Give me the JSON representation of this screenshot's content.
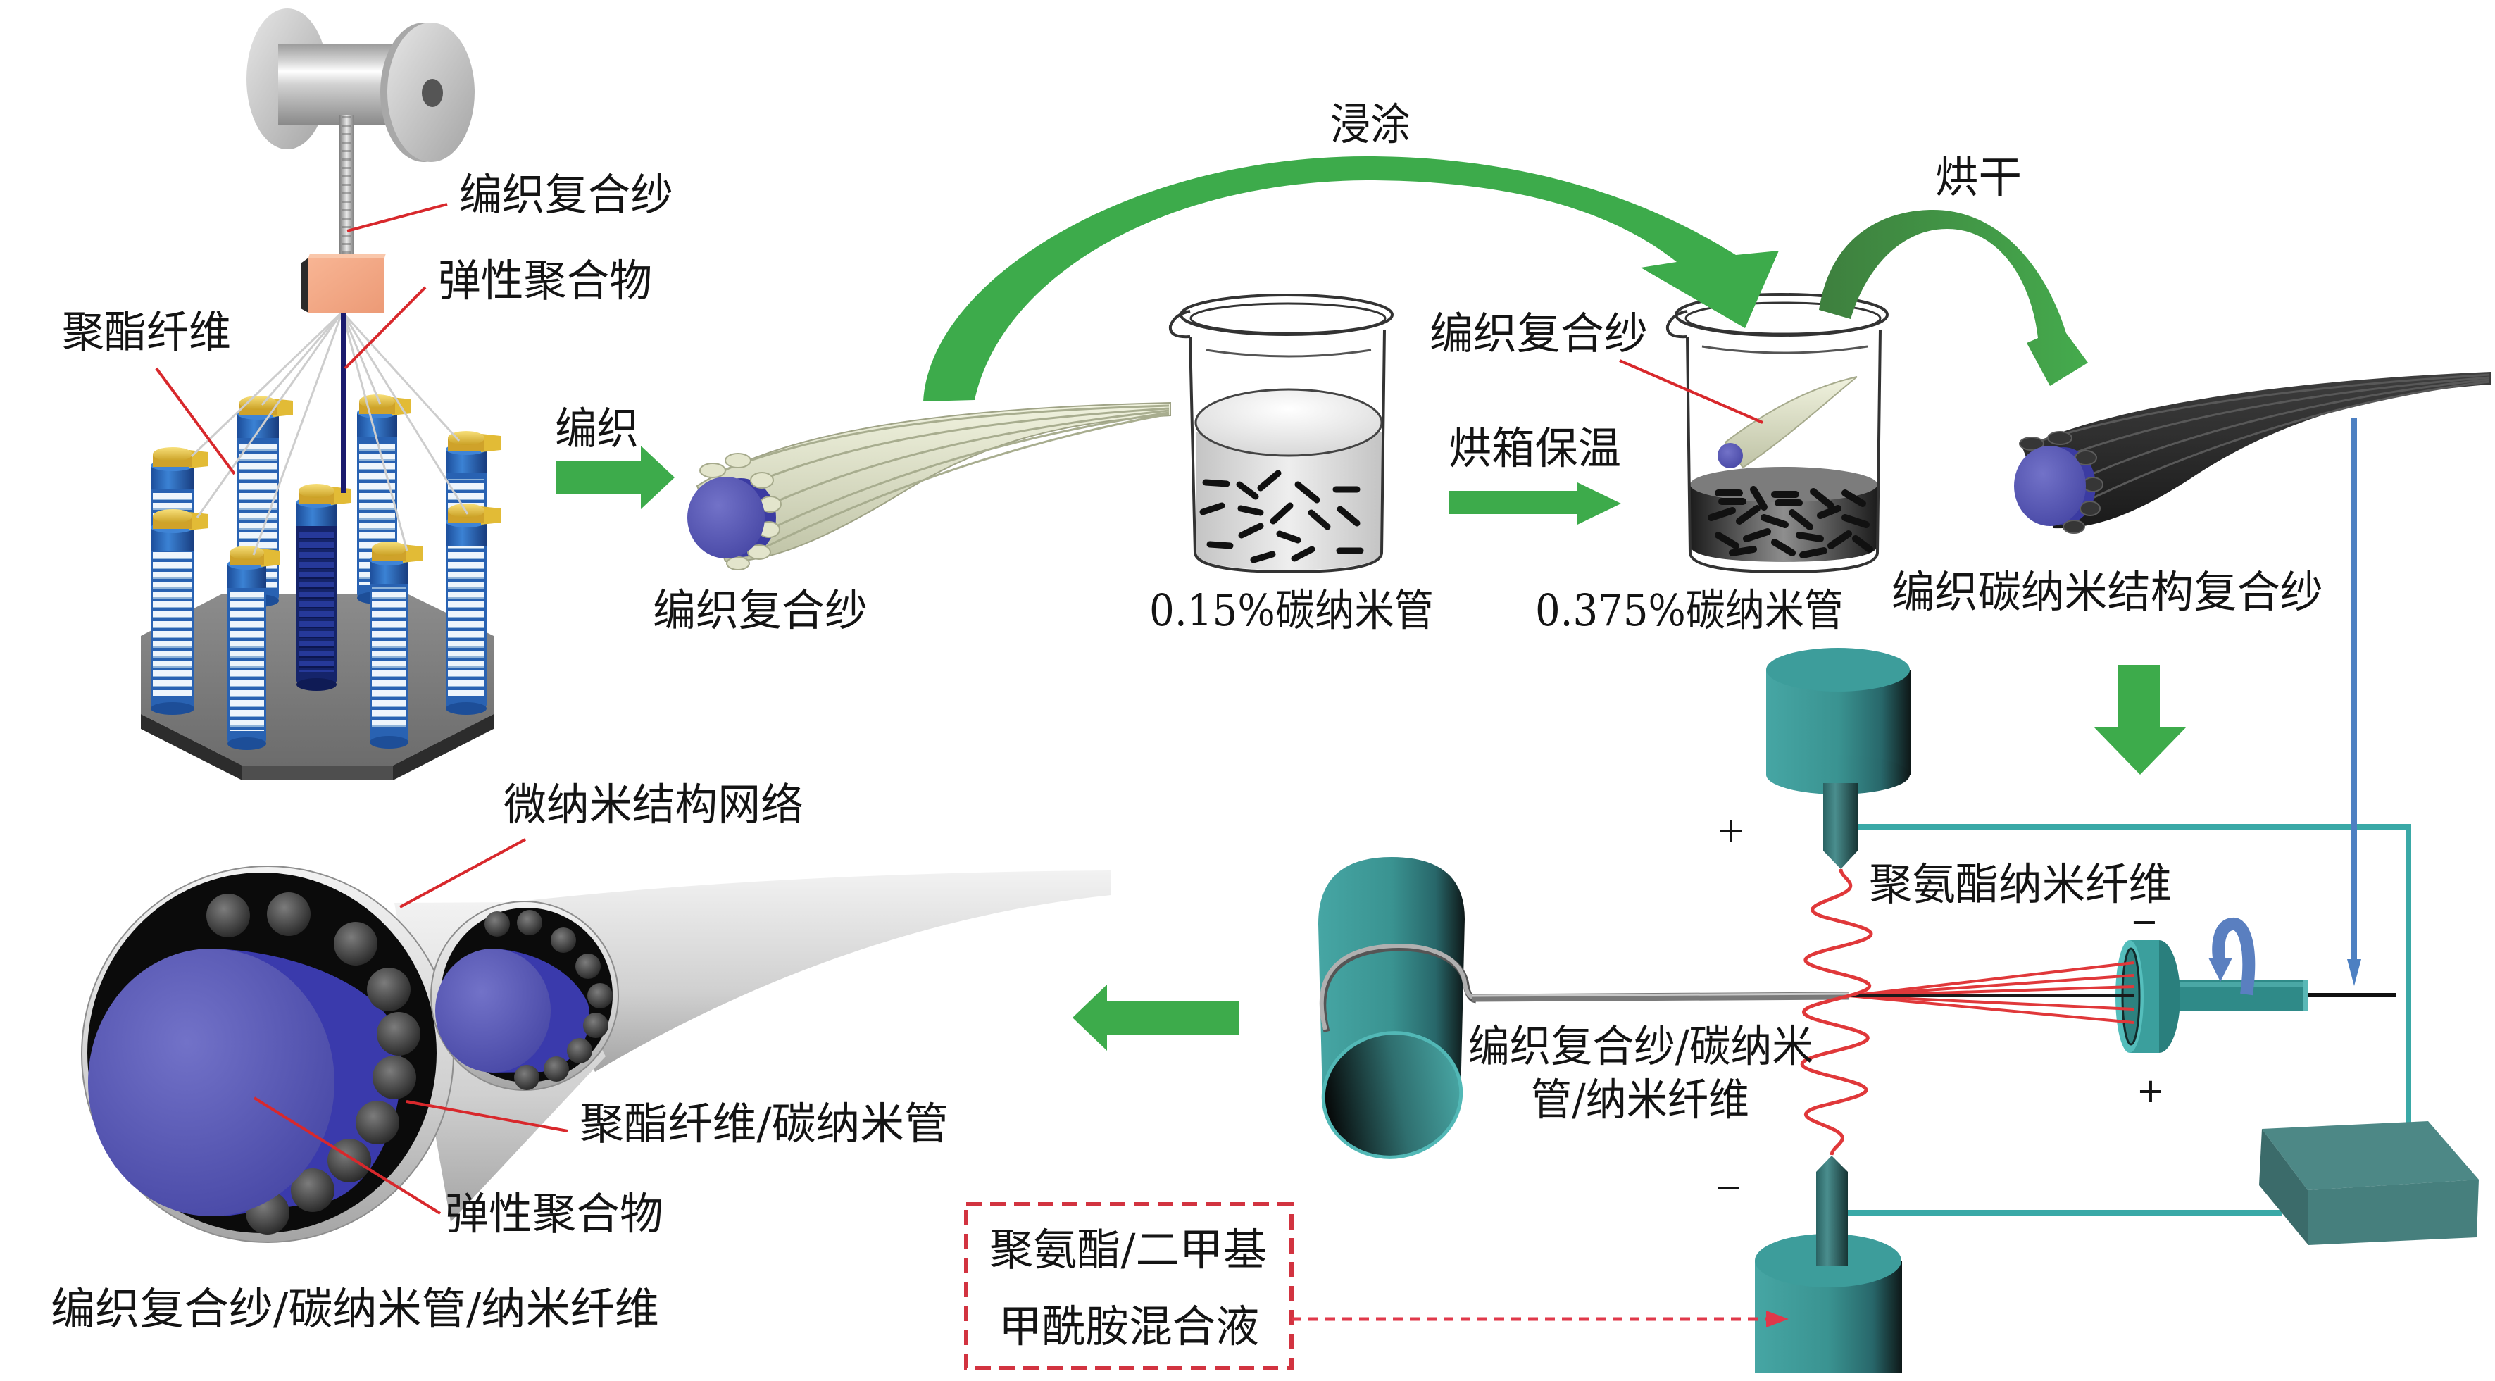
{
  "braiding": {
    "yarn_label": "编织复合纱",
    "elastomer_label": "弹性聚合物",
    "polyester_label": "聚酯纤维",
    "step_label": "编织",
    "product_label": "编织复合纱"
  },
  "coating": {
    "dip_label": "浸涂",
    "solution1_label": "0.15%碳纳米管",
    "oven_label": "烘箱保温",
    "yarn_in_beaker_label": "编织复合纱",
    "solution2_label": "0.375%碳纳米管",
    "drying_label": "烘干",
    "product_label": "编织碳纳米结构复合纱"
  },
  "electrospinning": {
    "nanofiber_label": "聚氨酯纳米纤维",
    "product_label_lines": [
      "编织复合纱/碳纳米",
      "管/纳米纤维"
    ],
    "solution_label_lines": [
      "聚氨酯/二甲基",
      "甲酰胺混合液"
    ],
    "polarity": {
      "upper_nozzle": "+",
      "lower_nozzle": "−",
      "funnel_top": "−",
      "funnel_bottom": "+"
    }
  },
  "cross_section": {
    "network_label": "微纳米结构网络",
    "sheath_label": "聚酯纤维/碳纳米管",
    "core_label": "弹性聚合物",
    "caption": "编织复合纱/碳纳米管/纳米纤维"
  },
  "colors": {
    "flow_arrow": "#3dab4b",
    "leader_line": "#d8282c",
    "equipment_teal": "#3a9e9c",
    "elastomer_core": "#5050ac",
    "yarn_feed_arrow": "#4d80c2",
    "polyurethane_jet": "#e0383a",
    "solution_box_border": "#d23340"
  }
}
